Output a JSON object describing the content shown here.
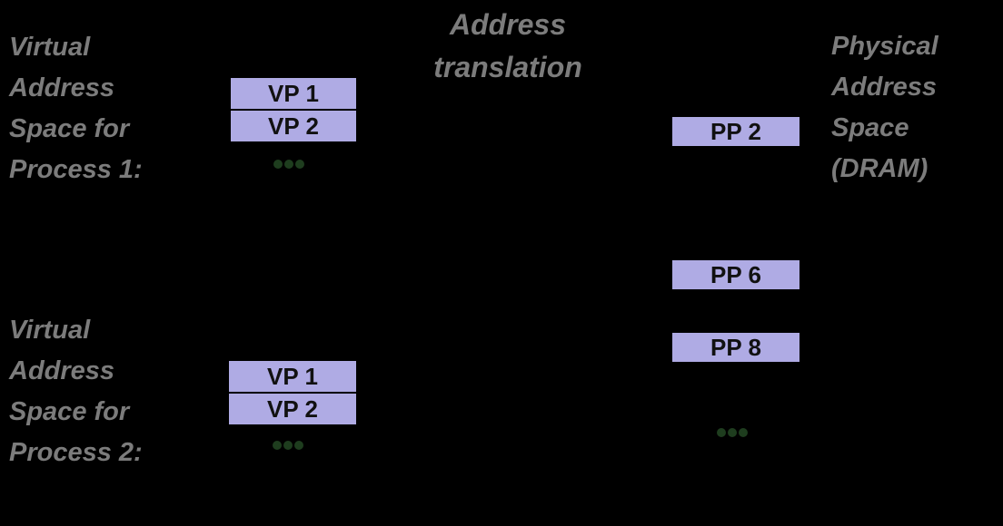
{
  "colors": {
    "background": "#000000",
    "label_gray": "#7c7c7c",
    "page_fill": "#afabe4",
    "page_border": "#000000",
    "page_text": "#111111",
    "ellipsis_green": "#1e3d1e"
  },
  "title": {
    "line1": "Address",
    "line2": "translation"
  },
  "process1": {
    "label_line1": "Virtual",
    "label_line2": "Address",
    "label_line3": "Space for",
    "label_line4": "Process 1:",
    "vp1": "VP 1",
    "vp2": "VP 2"
  },
  "process2": {
    "label_line1": "Virtual",
    "label_line2": "Address",
    "label_line3": "Space for",
    "label_line4": "Process 2:",
    "vp1": "VP 1",
    "vp2": "VP 2"
  },
  "physical": {
    "label_line1": "Physical",
    "label_line2": "Address",
    "label_line3": "Space",
    "label_line4": "(DRAM)",
    "pp2": "PP 2",
    "pp6": "PP 6",
    "pp8": "PP 8"
  },
  "icons": {
    "ellipsis": "three-green-dots"
  }
}
